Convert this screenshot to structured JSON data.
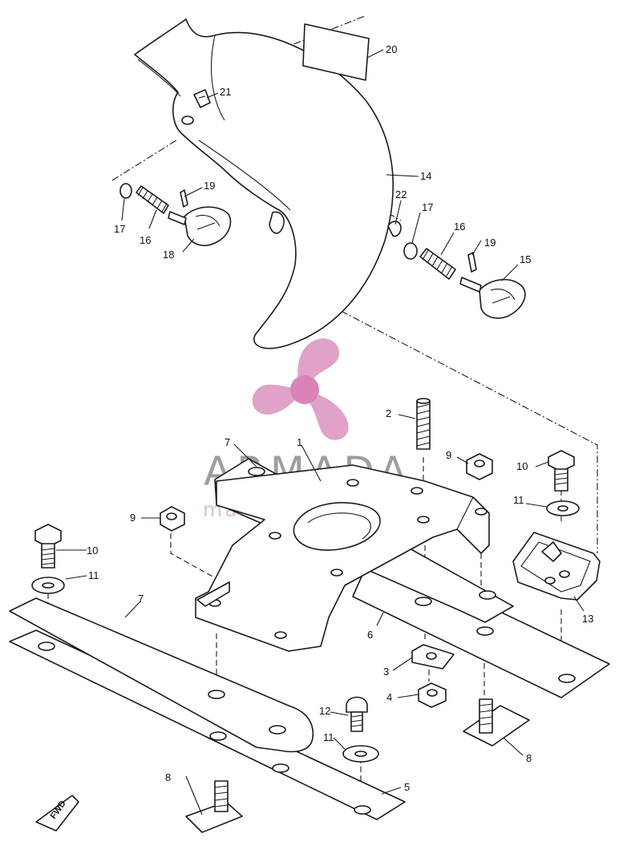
{
  "watermark": {
    "brand": "ARMADA",
    "tagline": "marine outboards",
    "colors": {
      "logo_pink": "#e0a2c8",
      "logo_pink_light": "#f1cfe3",
      "brand_gray": "#9e9e9e",
      "tagline_pink": "#dcc3d2"
    },
    "icon": "propeller-icon"
  },
  "direction_marker": {
    "text": "FWD"
  },
  "callouts": {
    "c20": "20",
    "c21": "21",
    "c14": "14",
    "c19a": "19",
    "c17a": "17",
    "c16a": "16",
    "c18": "18",
    "c22": "22",
    "c17b": "17",
    "c16b": "16",
    "c19b": "19",
    "c15": "15",
    "c2": "2",
    "c7a": "7",
    "c1": "1",
    "c9a": "9",
    "c10a": "10",
    "c11a": "11",
    "c9b": "9",
    "c10b": "10",
    "c11b": "11",
    "c7b": "7",
    "c6": "6",
    "c13": "13",
    "c3": "3",
    "c4": "4",
    "c12": "12",
    "c11c": "11",
    "c8a": "8",
    "c8b": "8",
    "c5": "5"
  }
}
